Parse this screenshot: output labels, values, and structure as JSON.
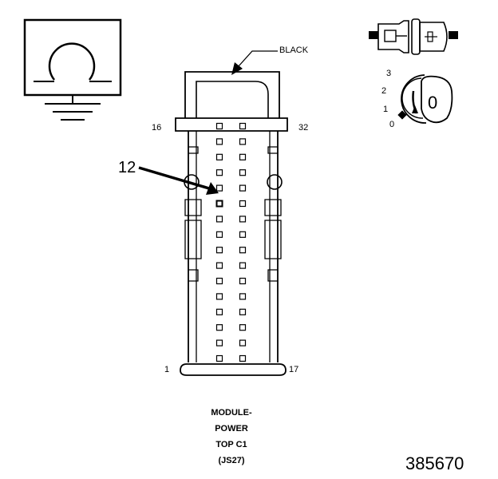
{
  "connector": {
    "color_label": "BLACK",
    "pin_labels": {
      "top_left": "16",
      "top_right": "32",
      "bottom_left": "1",
      "bottom_right": "17"
    },
    "callout_number": "12",
    "pins_per_column": 16,
    "highlighted_pin_row": 5
  },
  "caption": {
    "line1": "MODULE-",
    "line2": "POWER",
    "line3": "TOP C1",
    "line4": "(JS27)"
  },
  "view_indicator": {
    "positions": [
      "3",
      "2",
      "1",
      "0"
    ],
    "selected": "0"
  },
  "figure_number": "385670",
  "colors": {
    "line": "#000000",
    "background": "#ffffff"
  }
}
